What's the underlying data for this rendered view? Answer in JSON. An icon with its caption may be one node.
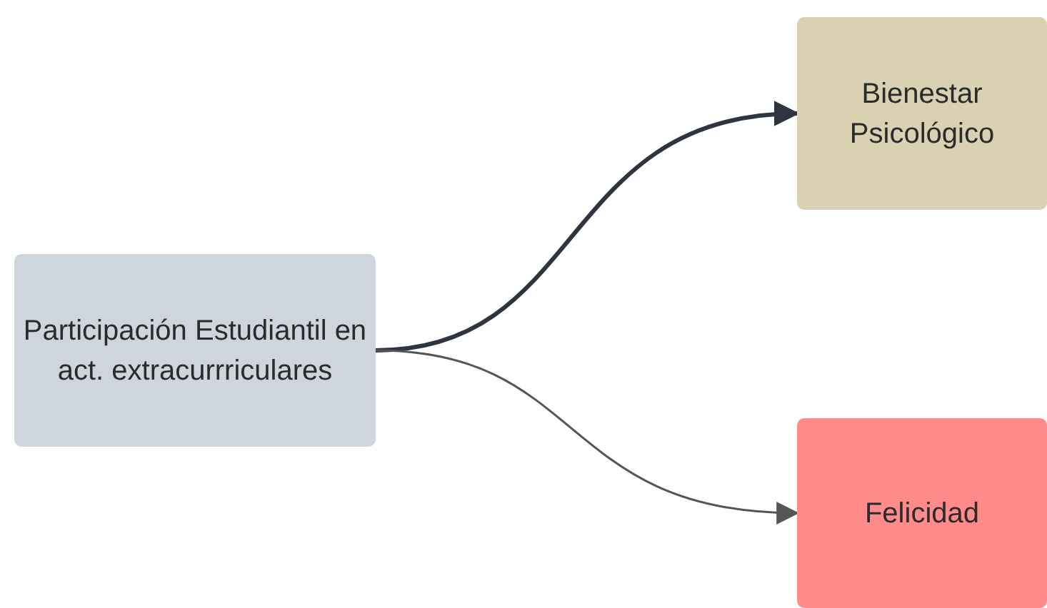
{
  "diagram": {
    "nodes": [
      {
        "text": [
          "Participación Estudiantil en act. extracurrriculares"
        ]
      },
      {
        "text": [
          "Bienestar Psicológico"
        ]
      },
      {
        "text": [
          "Felicidad"
        ]
      }
    ],
    "edges": [
      {
        "from": 0,
        "to": 1,
        "arrow": "to",
        "style": "thick",
        "color": "#2e3440"
      },
      {
        "from": 0,
        "to": 2,
        "arrow": "to"
      }
    ]
  }
}
